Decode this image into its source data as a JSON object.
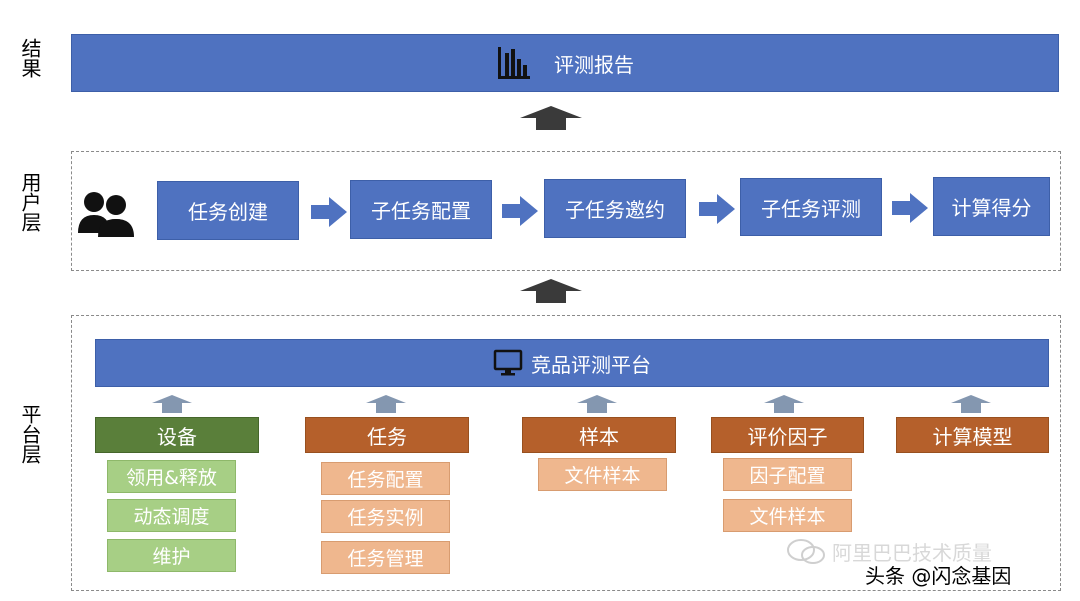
{
  "layers": {
    "result_label": "结果",
    "user_label": "用户层",
    "platform_label": "平台层"
  },
  "result": {
    "title": "评测报告",
    "icon": "bar-chart-icon"
  },
  "user_flow": {
    "icon": "users-icon",
    "steps": [
      "任务创建",
      "子任务配置",
      "子任务邀约",
      "子任务评测",
      "计算得分"
    ]
  },
  "platform": {
    "title": "竞品评测平台",
    "icon": "monitor-icon",
    "categories": [
      {
        "label": "设备",
        "style": "green",
        "items": [
          "领用&释放",
          "动态调度",
          "维护"
        ]
      },
      {
        "label": "任务",
        "style": "orange",
        "items": [
          "任务配置",
          "任务实例",
          "任务管理"
        ]
      },
      {
        "label": "样本",
        "style": "orange",
        "items": [
          "文件样本"
        ]
      },
      {
        "label": "评价因子",
        "style": "orange",
        "items": [
          "因子配置",
          "文件样本"
        ]
      },
      {
        "label": "计算模型",
        "style": "orange",
        "items": []
      }
    ]
  },
  "watermark": "阿里巴巴技术质量",
  "footer": "头条 @闪念基因",
  "colors": {
    "blue": "#4f72c0",
    "dark_green": "#5a7f3a",
    "light_green": "#a7cf85",
    "dark_orange": "#b5602b",
    "light_orange": "#efb78e",
    "arrow_gray": "#8497b0",
    "arrow_dark": "#3a3a3a"
  }
}
